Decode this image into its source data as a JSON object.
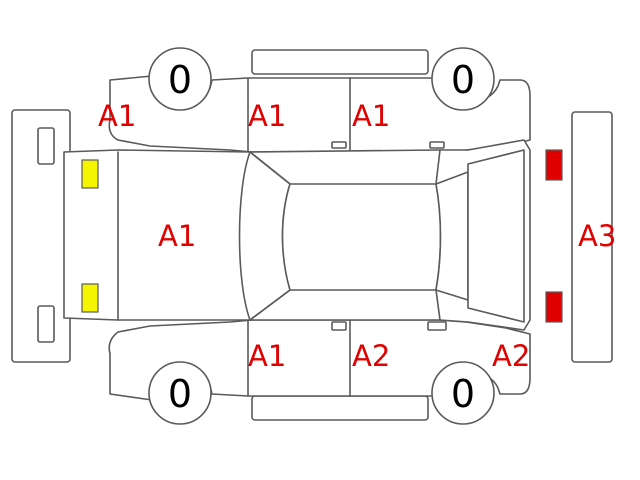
{
  "colors": {
    "grade_text": "#e00000",
    "front_lamp": "#f5f500",
    "rear_lamp": "#e00000",
    "outline": "#5a5a5a",
    "tire_text": "#000000"
  },
  "tires": {
    "front_top": "0",
    "rear_top": "0",
    "front_bottom": "0",
    "rear_bottom": "0"
  },
  "grades": {
    "front_fender_top": "A1",
    "front_door_top": "A1",
    "rear_door_top": "A1",
    "hood": "A1",
    "front_door_bottom": "A1",
    "rear_door_bottom": "A2",
    "rear_quarter_bottom": "A2",
    "rear_bumper": "A3"
  }
}
